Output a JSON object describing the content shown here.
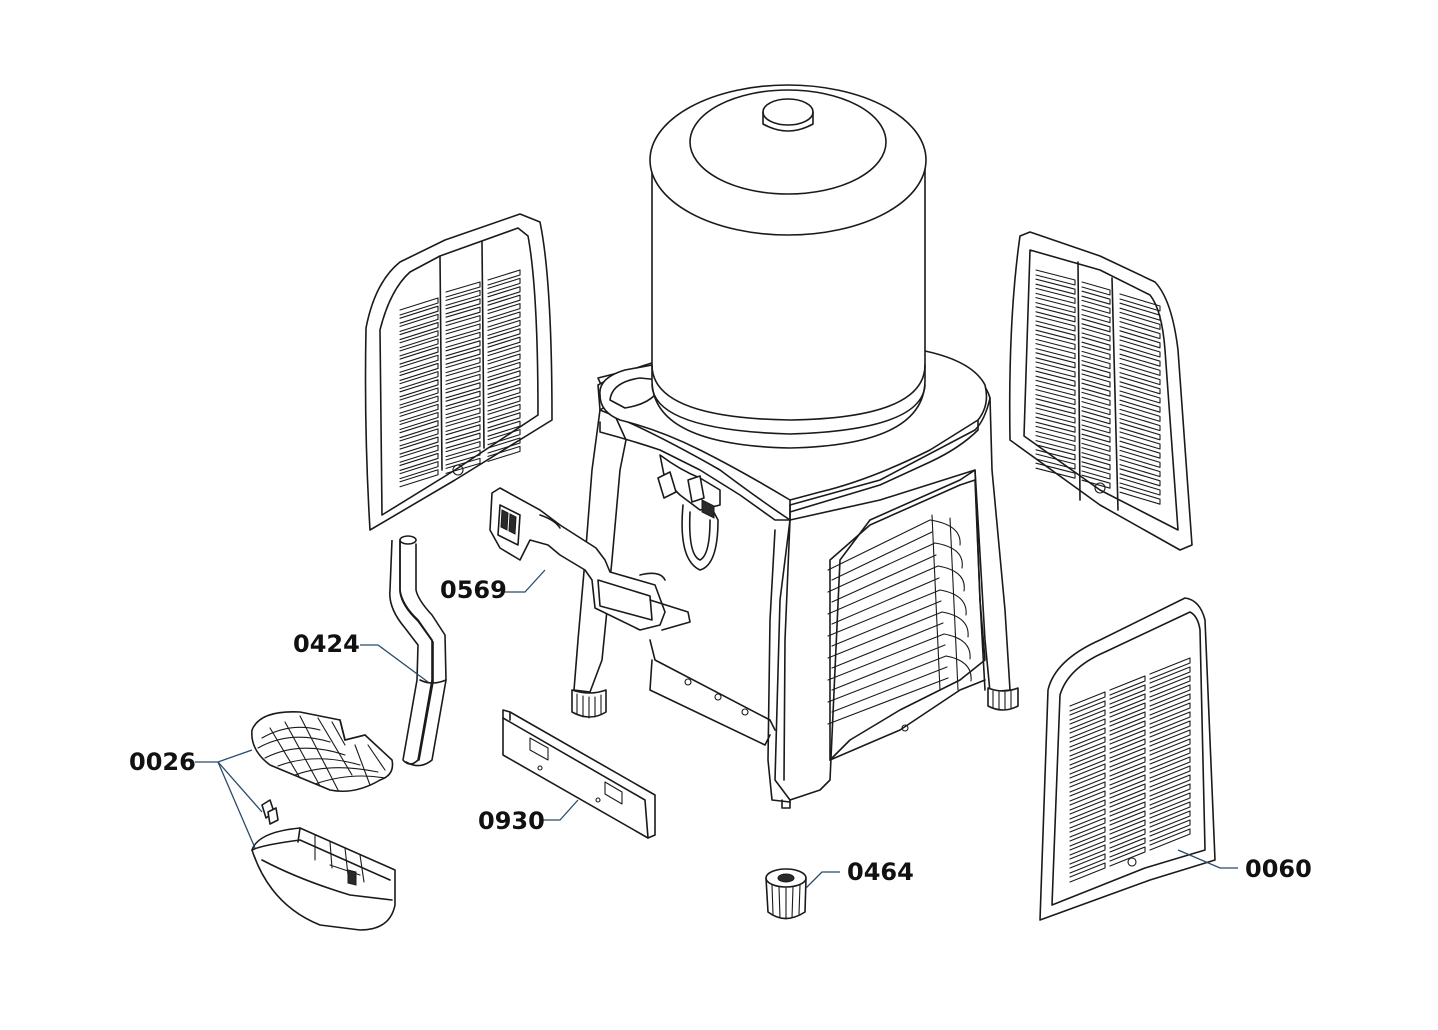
{
  "diagram": {
    "callouts": [
      {
        "id": "0569",
        "label": "0569"
      },
      {
        "id": "0424",
        "label": "0424"
      },
      {
        "id": "0026",
        "label": "0026"
      },
      {
        "id": "0930",
        "label": "0930"
      },
      {
        "id": "0464",
        "label": "0464"
      },
      {
        "id": "0060",
        "label": "0060"
      }
    ]
  }
}
